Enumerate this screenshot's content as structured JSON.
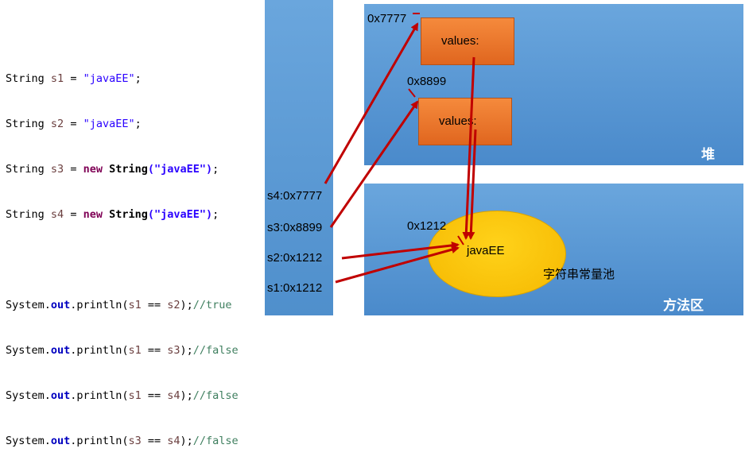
{
  "code": {
    "line1": {
      "kw": "String",
      "var": "s1",
      "eq": " = ",
      "str": "\"javaEE\"",
      "end": ";"
    },
    "line2": {
      "kw": "String",
      "var": "s2",
      "eq": " = ",
      "str": "\"javaEE\"",
      "end": ";"
    },
    "line3": {
      "kw": "String",
      "var": "s3",
      "eq": " = ",
      "new": "new",
      "type": "String",
      "str": "(\"javaEE\")",
      "end": ";"
    },
    "line4": {
      "kw": "String",
      "var": "s4",
      "eq": " = ",
      "new": "new",
      "type": "String",
      "str": "(\"javaEE\")",
      "end": ";"
    },
    "print1": {
      "sys": "System.",
      "out": "out",
      "call": ".println(",
      "a": "s1",
      "op": " == ",
      "b": "s2",
      "close": ");",
      "cmt": "//true"
    },
    "print2": {
      "sys": "System.",
      "out": "out",
      "call": ".println(",
      "a": "s1",
      "op": " == ",
      "b": "s3",
      "close": ");",
      "cmt": "//false"
    },
    "print3": {
      "sys": "System.",
      "out": "out",
      "call": ".println(",
      "a": "s1",
      "op": " == ",
      "b": "s4",
      "close": ");",
      "cmt": "//false"
    },
    "print4": {
      "sys": "System.",
      "out": "out",
      "call": ".println(",
      "a": "s3",
      "op": " == ",
      "b": "s4",
      "close": ");",
      "cmt": "//false"
    }
  },
  "stack": {
    "s4": "s4:0x7777",
    "s3": "s3:0x8899",
    "s2": "s2:0x1212",
    "s1": "s1:0x1212"
  },
  "heap": {
    "label": "堆",
    "obj1": {
      "addr": "0x7777",
      "text": "values:"
    },
    "obj2": {
      "addr": "0x8899",
      "text": "values:"
    }
  },
  "method_area": {
    "label": "方法区",
    "pool_addr": "0x1212",
    "pool_value": "javaEE",
    "pool_label": "字符串常量池"
  },
  "colors": {
    "area_blue": "#5b9bd5",
    "object_orange": "#ed7d31",
    "pool_yellow": "#ffc000",
    "arrow_red": "#c00000"
  }
}
